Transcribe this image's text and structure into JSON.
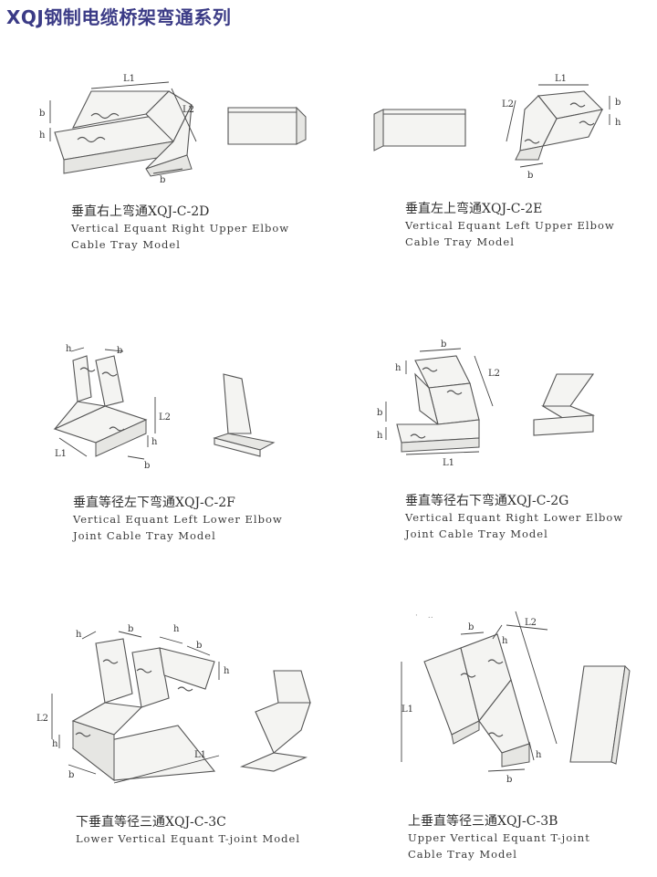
{
  "page": {
    "title": "XQJ钢制电缆桥架弯通系列"
  },
  "products": [
    {
      "id": "2D",
      "name_cn": "垂直右上弯通XQJ-C-2D",
      "name_en_line1": "Vertical Equant Right Upper Elbow",
      "name_en_line2": "Cable Tray Model",
      "dims": {
        "L1": "L1",
        "L2": "L2",
        "b": "b",
        "h": "h"
      }
    },
    {
      "id": "2E",
      "name_cn": "垂直左上弯通XQJ-C-2E",
      "name_en_line1": "Vertical Equant Left Upper Elbow",
      "name_en_line2": "Cable Tray Model",
      "dims": {
        "L1": "L1",
        "L2": "L2",
        "b": "b",
        "h": "h"
      }
    },
    {
      "id": "2F",
      "name_cn": "垂直等径左下弯通XQJ-C-2F",
      "name_en_line1": "Vertical Equant Left Lower Elbow",
      "name_en_line2": "Joint Cable Tray Model",
      "dims": {
        "L1": "L1",
        "L2": "L2",
        "b": "b",
        "h": "h"
      }
    },
    {
      "id": "2G",
      "name_cn": "垂直等径右下弯通XQJ-C-2G",
      "name_en_line1": "Vertical Equant Right Lower Elbow",
      "name_en_line2": "Joint Cable Tray Model",
      "dims": {
        "L1": "L1",
        "L2": "L2",
        "b": "b",
        "h": "h"
      }
    },
    {
      "id": "3C",
      "name_cn": "下垂直等径三通XQJ-C-3C",
      "name_en_line1": "Lower Vertical Equant T-joint Model",
      "name_en_line2": "",
      "dims": {
        "L1": "L1",
        "L2": "L2",
        "b": "b",
        "h": "h"
      }
    },
    {
      "id": "3B",
      "name_cn": "上垂直等径三通XQJ-C-3B",
      "name_en_line1": "Upper Vertical Equant T-joint",
      "name_en_line2": "Cable Tray Model",
      "dims": {
        "L1": "L1",
        "L2": "L2",
        "b": "b",
        "h": "h"
      }
    }
  ]
}
